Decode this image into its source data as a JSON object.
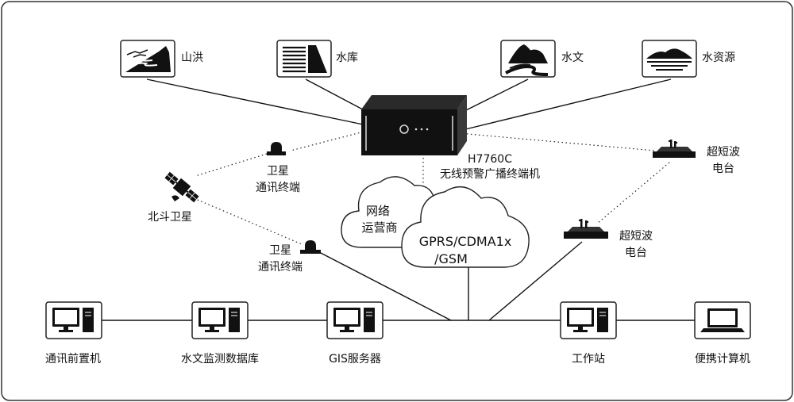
{
  "diagram": {
    "sensors": [
      {
        "id": "flood",
        "label": "山洪",
        "icon": "mountain-flood-icon"
      },
      {
        "id": "reservoir",
        "label": "水库",
        "icon": "reservoir-icon"
      },
      {
        "id": "hydrology",
        "label": "水文",
        "icon": "river-icon"
      },
      {
        "id": "water_resource",
        "label": "水资源",
        "icon": "water-resource-icon"
      }
    ],
    "device": {
      "model": "H7760C",
      "name": "无线预警广播终端机"
    },
    "satellite": {
      "label": "北斗卫星",
      "icon": "satellite-icon"
    },
    "sat_terminal_1": {
      "line1": "卫星",
      "line2": "通讯终端"
    },
    "sat_terminal_2": {
      "line1": "卫星",
      "line2": "通讯终端"
    },
    "radio_1": {
      "line1": "超短波",
      "line2": "电台"
    },
    "radio_2": {
      "line1": "超短波",
      "line2": "电台"
    },
    "cloud_operator": {
      "line1": "网络",
      "line2": "运营商"
    },
    "cloud_gprs": {
      "line1": "GPRS/CDMA1x",
      "line2": "/GSM"
    },
    "computers": [
      {
        "label": "通讯前置机",
        "icon": "desktop-computer-icon"
      },
      {
        "label": "水文监测数据库",
        "icon": "desktop-computer-icon"
      },
      {
        "label": "GIS服务器",
        "icon": "desktop-computer-icon"
      },
      {
        "label": "工作站",
        "icon": "desktop-computer-icon"
      },
      {
        "label": "便携计算机",
        "icon": "laptop-icon"
      }
    ]
  }
}
